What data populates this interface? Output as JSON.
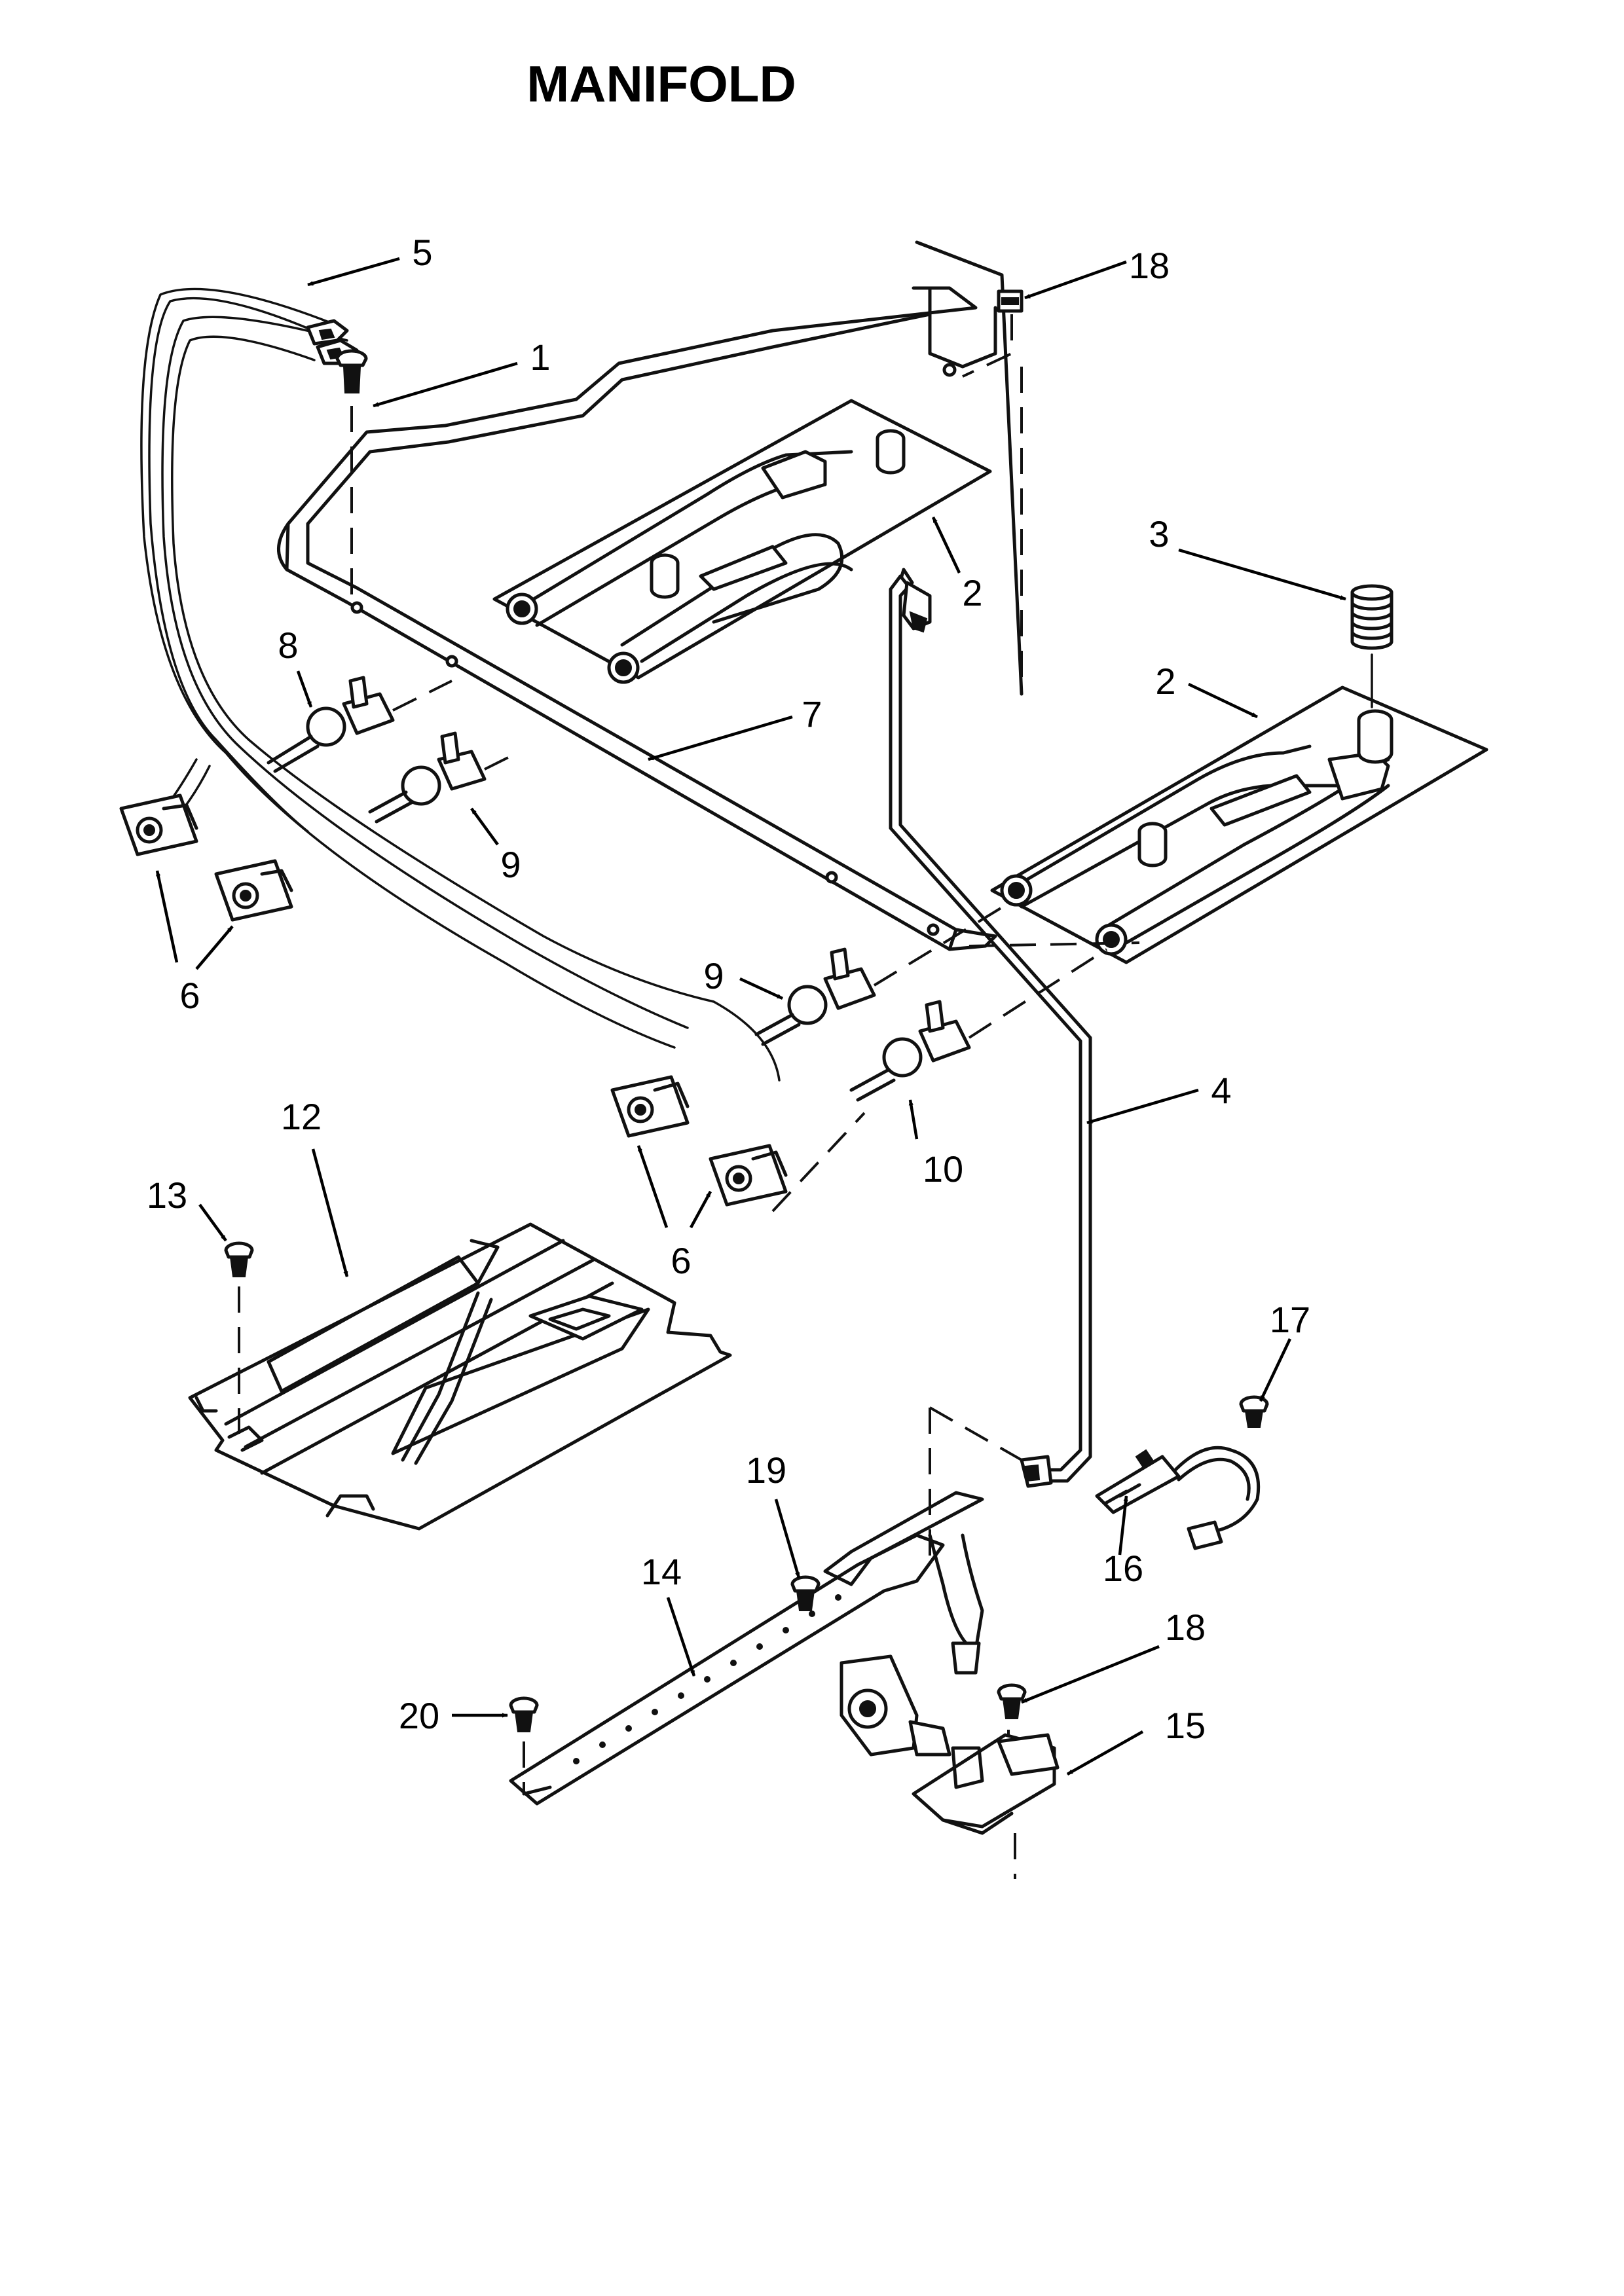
{
  "title": "MANIFOLD",
  "callouts": [
    {
      "id": "c5",
      "label": "5"
    },
    {
      "id": "c18a",
      "label": "18"
    },
    {
      "id": "c1",
      "label": "1"
    },
    {
      "id": "c2a",
      "label": "2"
    },
    {
      "id": "c3",
      "label": "3"
    },
    {
      "id": "c2b",
      "label": "2"
    },
    {
      "id": "c8",
      "label": "8"
    },
    {
      "id": "c7",
      "label": "7"
    },
    {
      "id": "c9a",
      "label": "9"
    },
    {
      "id": "c6a",
      "label": "6"
    },
    {
      "id": "c9b",
      "label": "9"
    },
    {
      "id": "c4",
      "label": "4"
    },
    {
      "id": "c12",
      "label": "12"
    },
    {
      "id": "c10",
      "label": "10"
    },
    {
      "id": "c13",
      "label": "13"
    },
    {
      "id": "c6b",
      "label": "6"
    },
    {
      "id": "c17",
      "label": "17"
    },
    {
      "id": "c19",
      "label": "19"
    },
    {
      "id": "c16",
      "label": "16"
    },
    {
      "id": "c14",
      "label": "14"
    },
    {
      "id": "c18b",
      "label": "18"
    },
    {
      "id": "c15",
      "label": "15"
    },
    {
      "id": "c20",
      "label": "20"
    }
  ]
}
